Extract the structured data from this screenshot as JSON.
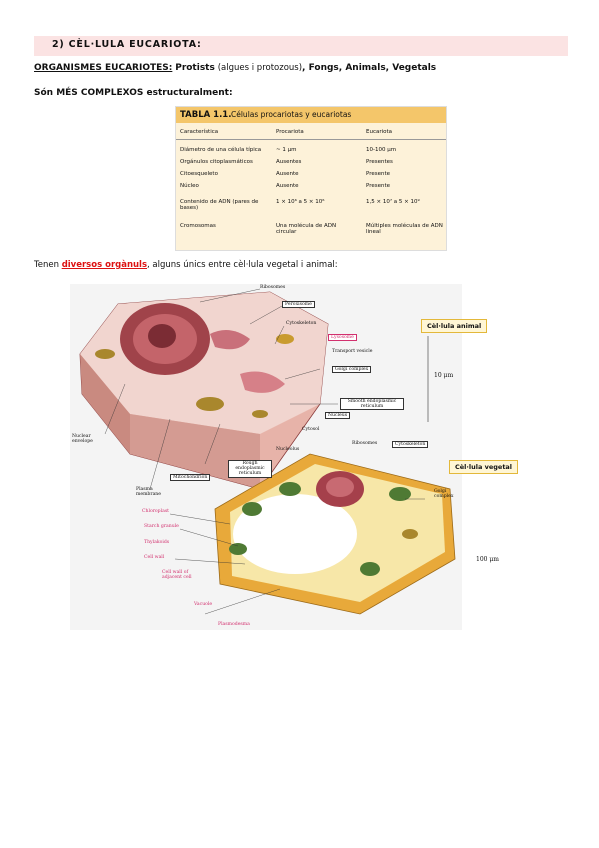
{
  "section_title": "2)  CÈL·LULA EUCARIOTA:",
  "organisms": {
    "label": "ORGANISMES EUCARIOTES:",
    "protists": "Protists",
    "protists_note": "(algues i protozous)",
    "rest": ", Fongs, Animals, Vegetals"
  },
  "complex_line": "Són MÉS COMPLEXOS estructuralment:",
  "table": {
    "number": "TABLA 1.1.",
    "title": "Células procariotas y eucariotas",
    "headers": [
      "Característica",
      "Procariota",
      "Eucariota"
    ],
    "rows": [
      [
        "Diámetro de una célula típica",
        "~ 1 μm",
        "10-100 μm"
      ],
      [
        "Orgánulos citoplasmáticos",
        "Ausentes",
        "Presentes"
      ],
      [
        "Citoesqueleto",
        "Ausente",
        "Presente"
      ],
      [
        "Núcleo",
        "Ausente",
        "Presente"
      ],
      [
        "Contenido de ADN (pares de bases)",
        "1 × 10⁶ a 5 × 10⁶",
        "1,5 × 10⁷ a 5 × 10⁹"
      ],
      [
        "Cromosomas",
        "Una molécula de ADN circular",
        "Múltiples moléculas de ADN lineal"
      ]
    ]
  },
  "intro": {
    "pre": "Tenen ",
    "highlight": "diversos orgànuls",
    "post": ", alguns únics entre cèl·lula vegetal i animal:"
  },
  "diagram": {
    "tags": {
      "animal": "Cèl·lula animal",
      "plant": "Cèl·lula vegetal"
    },
    "scales": {
      "animal": "10 μm",
      "plant": "100 μm"
    },
    "labels": {
      "ribosomes_top": "Ribosomes",
      "peroxisome": "Peroxisome",
      "cytoskeleton_top": "Cytoskeleton",
      "lysosome": "Lysosome",
      "transport_vesicle": "Transport vesicle",
      "golgi_top": "Golgi complex",
      "smooth_er": "Smooth endoplasmic reticulum",
      "nucleus": "Nucleus",
      "cytosol": "Cytosol",
      "nucleolus": "Nucleolus",
      "nuclear_envelope": "Nuclear envelope",
      "mitochondrion": "Mitochondrion",
      "rough_er": "Rough endoplasmic reticulum",
      "plasma_membrane": "Plasma membrane",
      "chloroplast": "Chloroplast",
      "starch_granule": "Starch granule",
      "thylakoids": "Thylakoids",
      "cell_wall": "Cell wall",
      "cell_wall_adjacent": "Cell wall of adjacent cell",
      "vacuole": "Vacuole",
      "plasmodesma": "Plasmodesma",
      "ribosomes_plant": "Ribosomes",
      "cytoskeleton_plant": "Cytoskeleton",
      "golgi_plant": "Golgi complex"
    }
  },
  "colors": {
    "header_bg": "#fbe3e3",
    "table_title_bg": "#f4c66a",
    "tag_bg": "#fff6d5",
    "pink_label": "#d2306e",
    "highlight_red": "#d11111"
  }
}
